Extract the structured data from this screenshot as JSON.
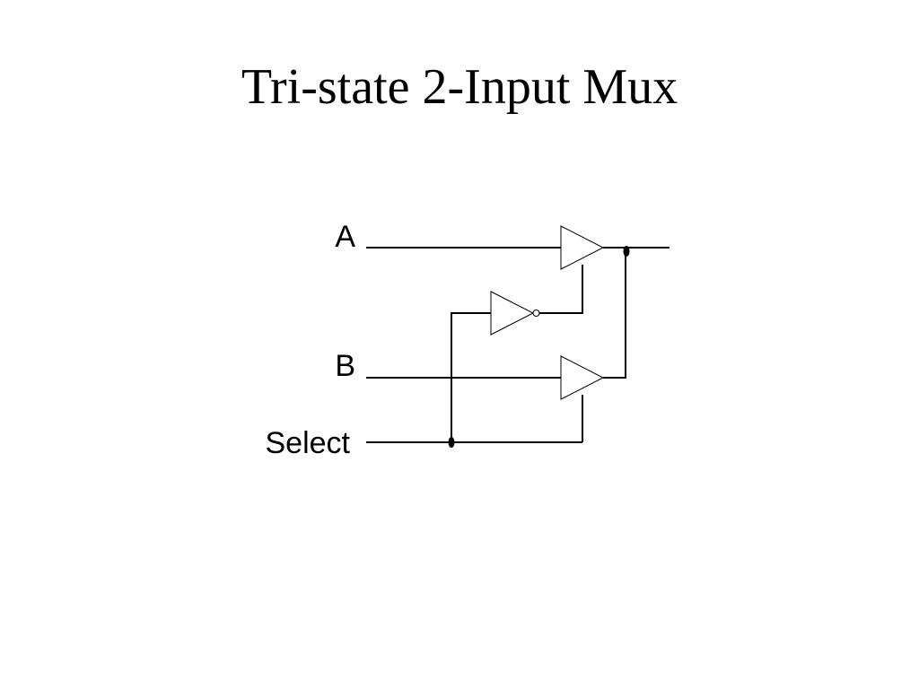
{
  "slide": {
    "title": "Tri-state 2-Input Mux"
  },
  "diagram": {
    "inputs": [
      {
        "label": "A"
      },
      {
        "label": "B"
      },
      {
        "label": "Select"
      }
    ],
    "colors": {
      "line": "#000000",
      "background": "#ffffff"
    }
  }
}
